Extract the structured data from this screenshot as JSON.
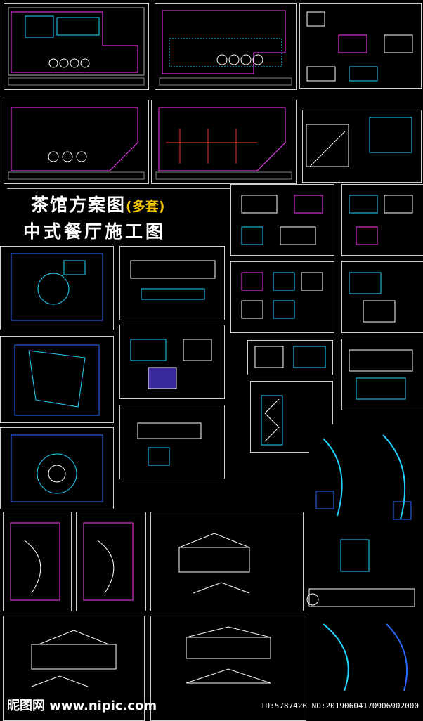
{
  "headline": {
    "main": "茶馆方案图",
    "suffix": "(多套)",
    "second": "中式餐厅施工图"
  },
  "watermark": {
    "logo_text": "昵图网 www.nipic.com"
  },
  "footer": {
    "id_text": "ID:5787426 NO:20190604170906902000"
  },
  "colors": {
    "cyan": "#22d3ff",
    "magenta": "#ff3cff",
    "blue": "#2a6bff",
    "white": "#ffffff",
    "red": "#ff2a2a",
    "yellow": "#f3c400"
  }
}
